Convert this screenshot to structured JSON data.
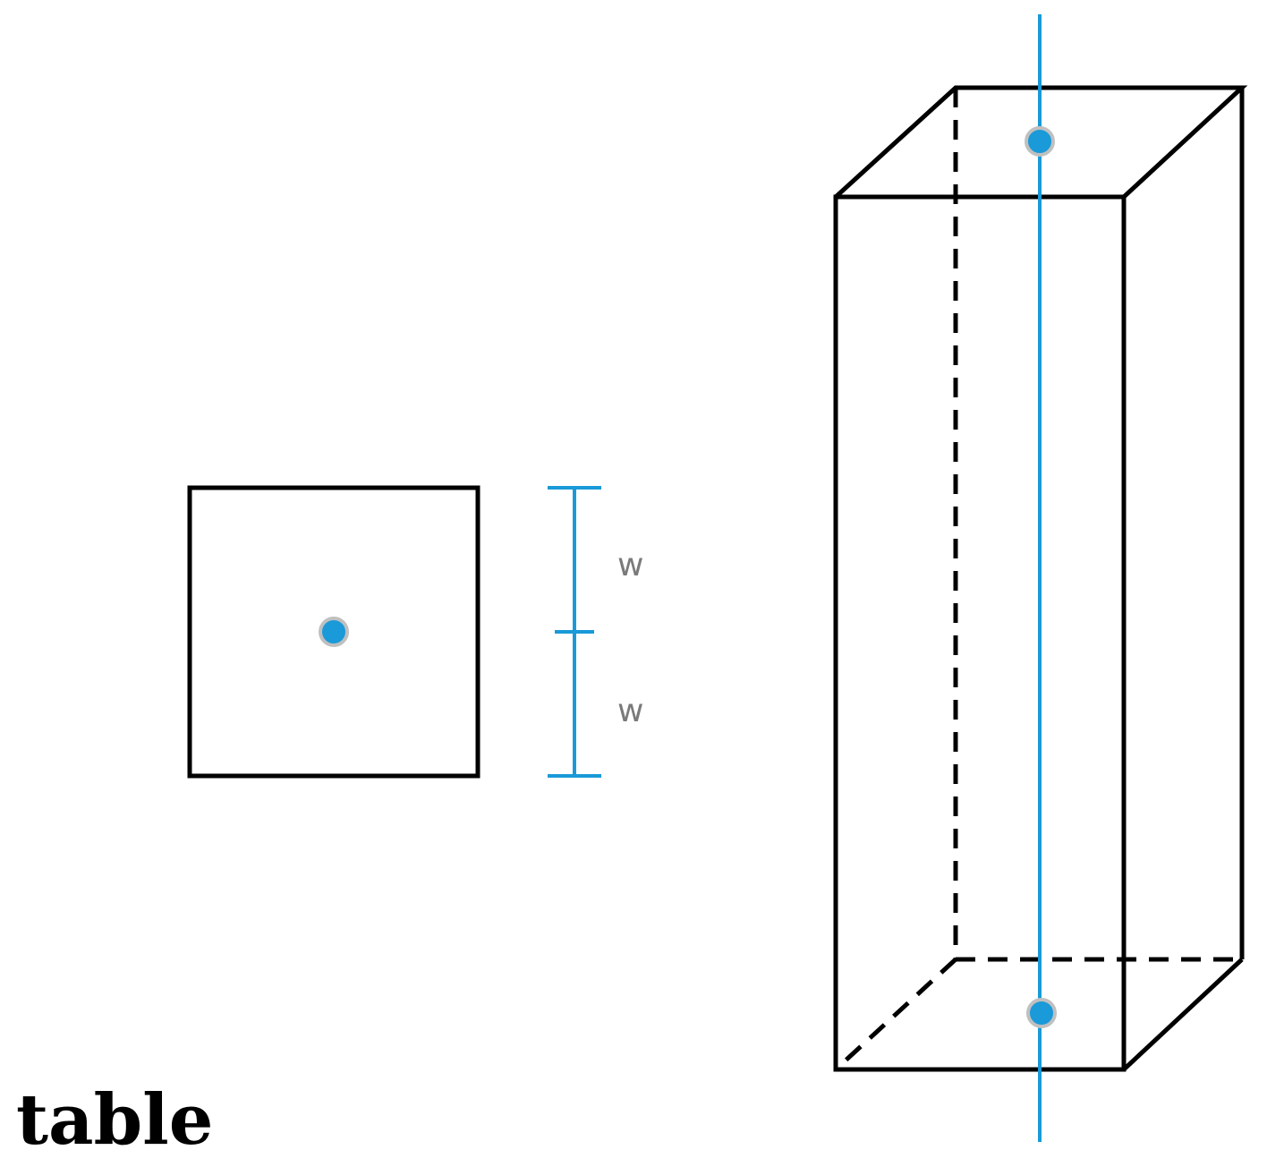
{
  "caption": "table",
  "dimension_labels": {
    "upper": "w",
    "lower": "w"
  },
  "colors": {
    "outline": "#000000",
    "accent": "#1a9ad8",
    "point_ring": "#c0c0c0",
    "label": "#7a7a7a",
    "background": "#ffffff"
  }
}
